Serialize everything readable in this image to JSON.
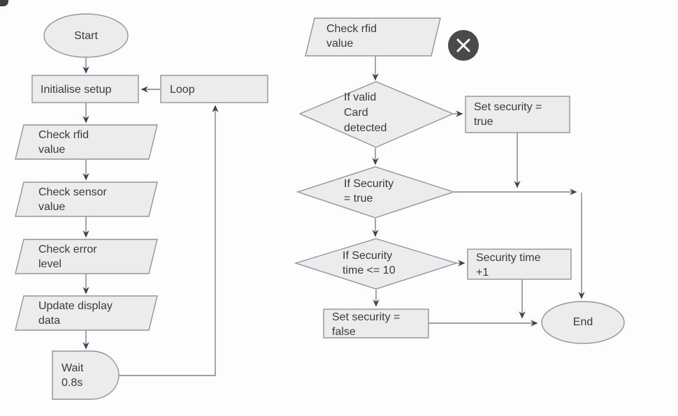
{
  "colors": {
    "shape_fill": "#ececec",
    "shape_stroke": "#9093a3",
    "connector": "#7d8090",
    "arrowhead": "#3f4350",
    "text": "#3a3a3a",
    "close_button_bg": "#4a4a4a",
    "close_button_fg": "#ffffff",
    "background": "#fdfdfd"
  },
  "left": {
    "start": "Start",
    "initialise": "Initialise setup",
    "loop": "Loop",
    "check_rfid": "Check rfid\nvalue",
    "check_sensor": "Check sensor\nvalue",
    "check_error": "Check error\nlevel",
    "update_display": "Update display\ndata",
    "wait": "Wait\n0.8s"
  },
  "right": {
    "check_rfid": "Check rfid\nvalue",
    "if_valid_card": "If valid\nCard\ndetected",
    "set_security_true": "Set security =\ntrue",
    "if_security_true": "If Security\n= true",
    "if_security_time": "If Security\ntime <= 10",
    "security_time_plus": "Security time\n+1",
    "set_security_false": "Set security =\nfalse",
    "end": "End"
  }
}
